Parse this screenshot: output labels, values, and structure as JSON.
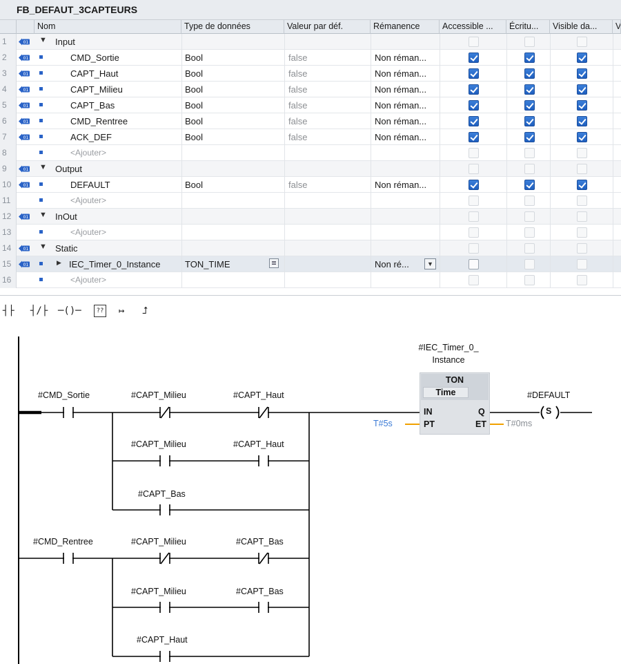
{
  "block_title": "FB_DEFAUT_3CAPTEURS",
  "table": {
    "headers": [
      "Nom",
      "Type de données",
      "Valeur par déf.",
      "Rémanence",
      "Accessible ...",
      "Écritu...",
      "Visible da...",
      "V"
    ],
    "add_label": "<Ajouter>",
    "rows": [
      {
        "num": "1",
        "name": "Input",
        "group": true
      },
      {
        "num": "2",
        "name": "CMD_Sortie",
        "type": "Bool",
        "default": "false",
        "retain": "Non réman...",
        "checks": [
          true,
          true,
          true
        ]
      },
      {
        "num": "3",
        "name": "CAPT_Haut",
        "type": "Bool",
        "default": "false",
        "retain": "Non réman...",
        "checks": [
          true,
          true,
          true
        ]
      },
      {
        "num": "4",
        "name": "CAPT_Milieu",
        "type": "Bool",
        "default": "false",
        "retain": "Non réman...",
        "checks": [
          true,
          true,
          true
        ]
      },
      {
        "num": "5",
        "name": "CAPT_Bas",
        "type": "Bool",
        "default": "false",
        "retain": "Non réman...",
        "checks": [
          true,
          true,
          true
        ]
      },
      {
        "num": "6",
        "name": "CMD_Rentree",
        "type": "Bool",
        "default": "false",
        "retain": "Non réman...",
        "checks": [
          true,
          true,
          true
        ]
      },
      {
        "num": "7",
        "name": "ACK_DEF",
        "type": "Bool",
        "default": "false",
        "retain": "Non réman...",
        "checks": [
          true,
          true,
          true
        ]
      },
      {
        "num": "8",
        "add": true
      },
      {
        "num": "9",
        "name": "Output",
        "group": true
      },
      {
        "num": "10",
        "name": "DEFAULT",
        "type": "Bool",
        "default": "false",
        "retain": "Non réman...",
        "checks": [
          true,
          true,
          true
        ]
      },
      {
        "num": "11",
        "add": true
      },
      {
        "num": "12",
        "name": "InOut",
        "group": true
      },
      {
        "num": "13",
        "add": true
      },
      {
        "num": "14",
        "name": "Static",
        "group": true
      },
      {
        "num": "15",
        "name": "IEC_Timer_0_Instance",
        "type": "TON_TIME",
        "retain": "Non ré...",
        "struct": true,
        "checks": [
          false,
          false,
          false
        ]
      },
      {
        "num": "16",
        "add": true
      }
    ]
  },
  "toolbar": {
    "tools": [
      "normally-open-contact",
      "normally-closed-contact",
      "coil",
      "empty-box",
      "open-branch",
      "close-branch"
    ]
  },
  "ladder": {
    "contacts": {
      "cmd_sortie": "#CMD_Sortie",
      "r1_milieu": "#CAPT_Milieu",
      "r1_haut": "#CAPT_Haut",
      "r2_milieu": "#CAPT_Milieu",
      "r2_haut": "#CAPT_Haut",
      "r3_bas": "#CAPT_Bas",
      "cmd_rentree": "#CMD_Rentree",
      "r4_milieu": "#CAPT_Milieu",
      "r4_bas": "#CAPT_Bas",
      "r5_milieu": "#CAPT_Milieu",
      "r5_bas": "#CAPT_Bas",
      "r6_haut": "#CAPT_Haut"
    },
    "timer": {
      "instance_line1": "#IEC_Timer_0_",
      "instance_line2": "Instance",
      "type": "TON",
      "subtype": "Time",
      "pin_in": "IN",
      "pin_pt": "PT",
      "pin_q": "Q",
      "pin_et": "ET",
      "pt_value": "T#5s",
      "et_value": "T#0ms"
    },
    "coil": {
      "operand": "#DEFAULT",
      "symbol": "S"
    }
  }
}
